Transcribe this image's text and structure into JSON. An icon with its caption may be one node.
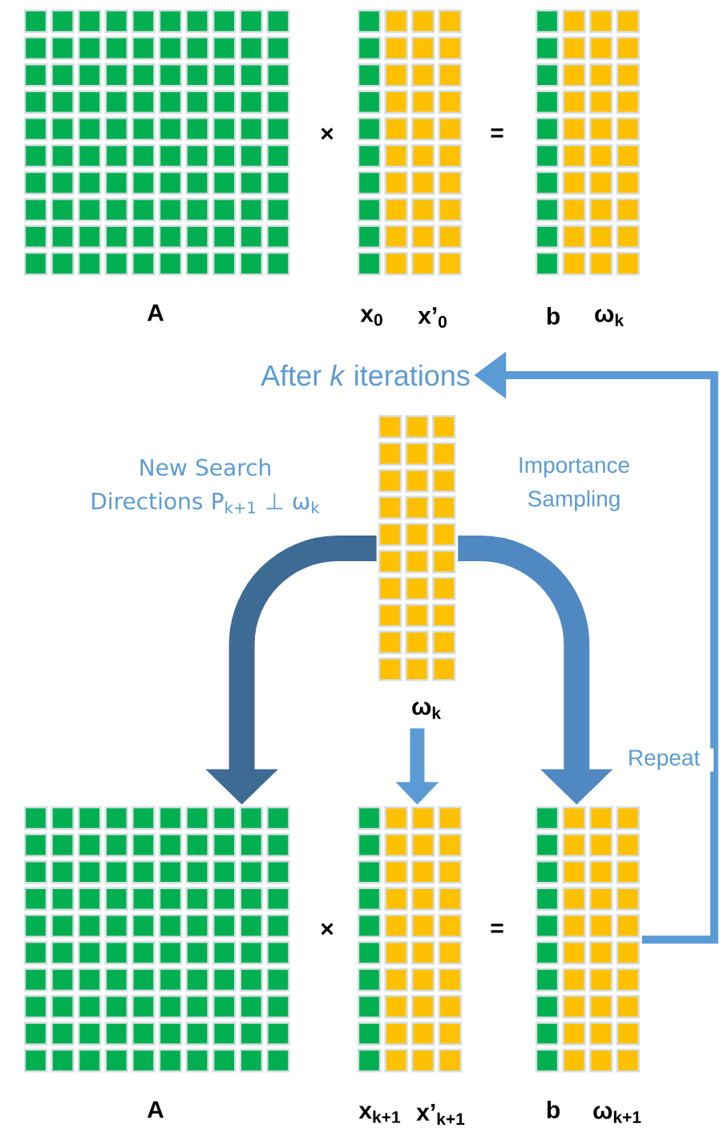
{
  "diagram": {
    "nodes": [
      {
        "text": [
          "A"
        ]
      },
      {
        "text": [
          "x$_{0}$",
          "x’$_{0}$"
        ]
      },
      {
        "text": [
          "b",
          "ω$_{k}$"
        ]
      },
      {
        "text": [
          "After *k* iterations"
        ]
      },
      {
        "text": [
          "ω$_{k}$"
        ]
      },
      {
        "text": [
          "A"
        ]
      },
      {
        "text": [
          "x$_{k+1}$",
          "x’$_{k+1}$"
        ]
      },
      {
        "text": [
          "b",
          "ω$_{k+1}$"
        ]
      }
    ],
    "edges": [
      {
        "from": 4,
        "to": 5,
        "arrow": "to",
        "label": "New Search Directions P$_{k+1}$ ⊥ ω$_{k}$",
        "color": "#3e6b94"
      },
      {
        "from": 4,
        "to": 7,
        "arrow": "to",
        "label": "Importance Sampling",
        "color": "#5089c2"
      },
      {
        "from": 4,
        "to": 6,
        "arrow": "to"
      },
      {
        "from": 7,
        "to": 3,
        "arrow": "to",
        "label": "Repeat"
      }
    ],
    "labels": [
      "×",
      "=",
      "×",
      "="
    ]
  }
}
